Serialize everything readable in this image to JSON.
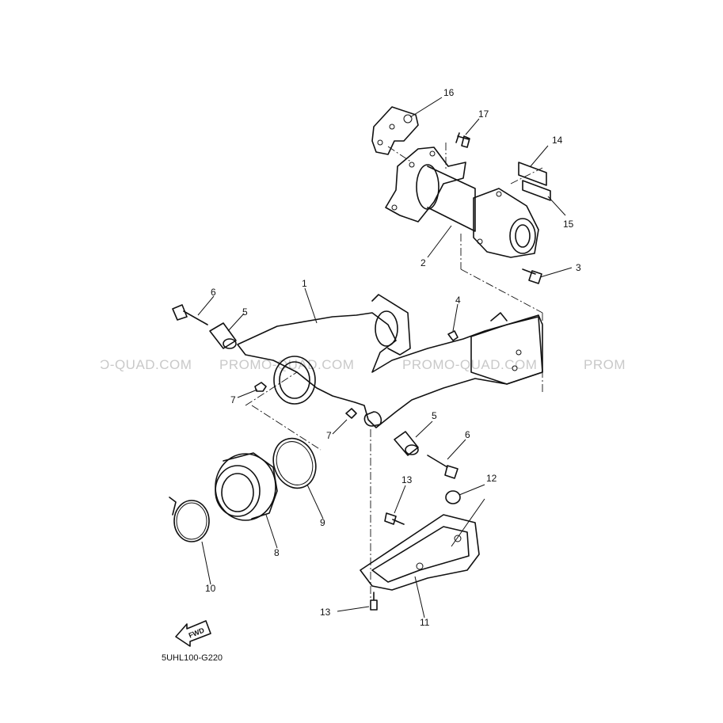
{
  "watermarks": [
    "Ɔ-QUAD.COM",
    "PROMO-QUAD.COM",
    "PROMO-QUAD.COM",
    "PROM"
  ],
  "callouts": {
    "p1": "1",
    "p2": "2",
    "p3": "3",
    "p4": "4",
    "p5a": "5",
    "p5b": "5",
    "p6a": "6",
    "p6b": "6",
    "p7a": "7",
    "p7b": "7",
    "p8": "8",
    "p9": "9",
    "p10": "10",
    "p11": "11",
    "p12": "12",
    "p13a": "13",
    "p13b": "13",
    "p14": "14",
    "p15": "15",
    "p16": "16",
    "p17": "17"
  },
  "fwd_label": "FWD",
  "diagram_code": "5UHL100-G220"
}
